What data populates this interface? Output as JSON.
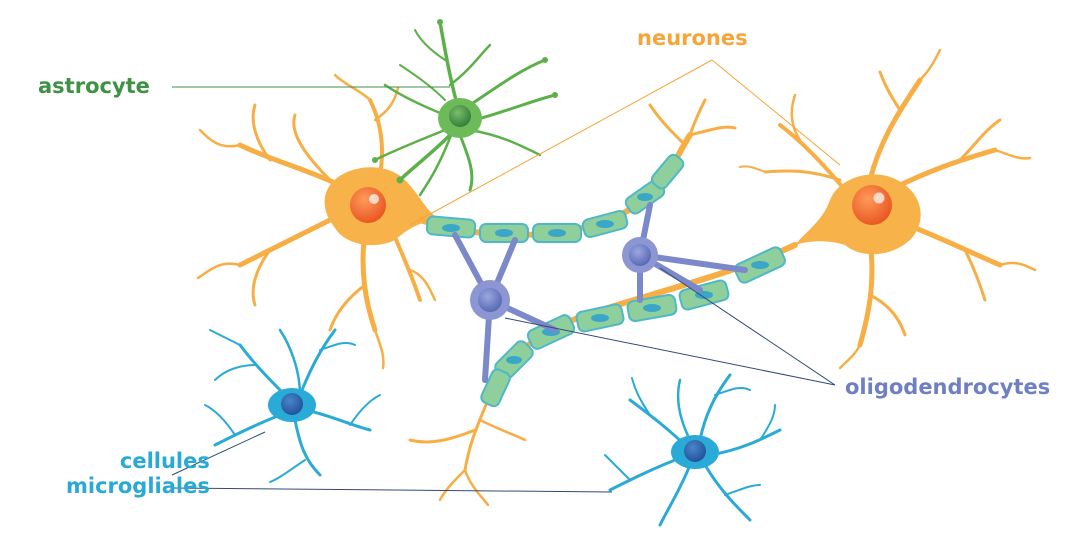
{
  "labels": {
    "astrocyte": "astrocyte",
    "neurones": "neurones",
    "oligodendrocytes": "oligodendrocytes",
    "microglia_line1": "cellules",
    "microglia_line2": "microgliales"
  },
  "colors": {
    "astrocyte": "#3f9145",
    "neurone": "#f5a53a",
    "oligodendrocyte": "#6f7fc3",
    "microglia": "#29a9d6",
    "myelin": "#8fcf9c",
    "nucleus_neurone": "#f26522",
    "leader_line": "#555555"
  }
}
